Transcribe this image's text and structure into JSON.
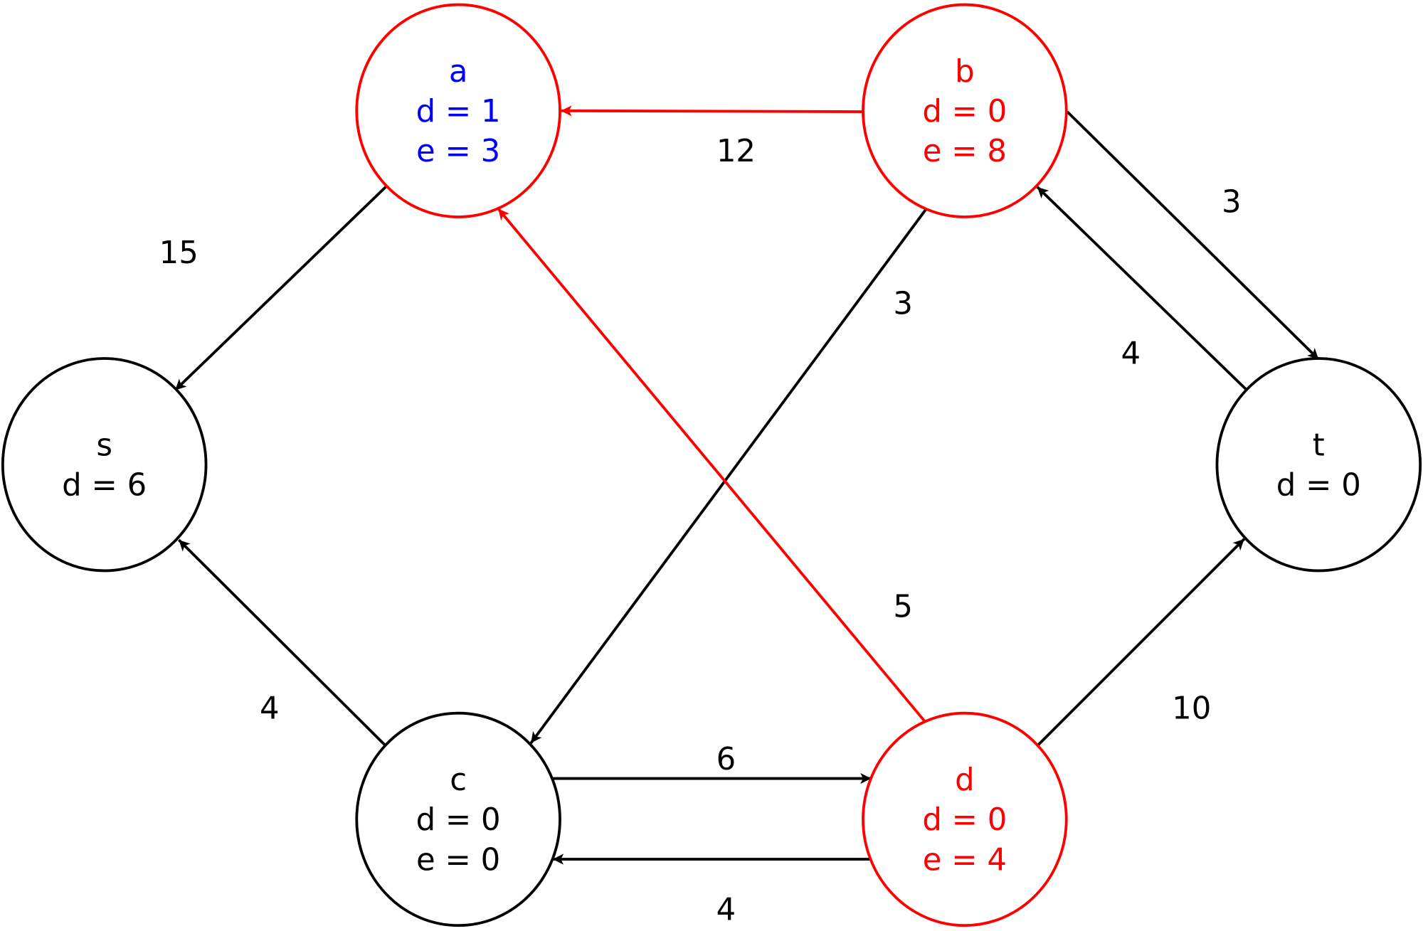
{
  "colors": {
    "black": "#000000",
    "red": "#ff0000",
    "blue": "#0000ff"
  },
  "nodes": [
    {
      "id": "a",
      "lines": [
        "a",
        "d = 1",
        "e = 3"
      ],
      "stroke": "#ff0000",
      "text_color": "#0000ff"
    },
    {
      "id": "b",
      "lines": [
        "b",
        "d = 0",
        "e = 8"
      ],
      "stroke": "#ff0000",
      "text_color": "#ff0000"
    },
    {
      "id": "s",
      "lines": [
        "s",
        "d = 6"
      ],
      "stroke": "#000000",
      "text_color": "#000000"
    },
    {
      "id": "t",
      "lines": [
        "t",
        "d = 0"
      ],
      "stroke": "#000000",
      "text_color": "#000000"
    },
    {
      "id": "c",
      "lines": [
        "c",
        "d = 0",
        "e = 0"
      ],
      "stroke": "#000000",
      "text_color": "#000000"
    },
    {
      "id": "d",
      "lines": [
        "d",
        "d = 0",
        "e = 4"
      ],
      "stroke": "#ff0000",
      "text_color": "#ff0000"
    }
  ],
  "edges": [
    {
      "from": "b",
      "to": "a",
      "weight": "12",
      "color": "#ff0000"
    },
    {
      "from": "a",
      "to": "s",
      "weight": "15",
      "color": "#000000"
    },
    {
      "from": "b",
      "to": "t",
      "weight": "3",
      "color": "#000000"
    },
    {
      "from": "t",
      "to": "b",
      "weight": "4",
      "color": "#000000"
    },
    {
      "from": "b",
      "to": "c",
      "weight": "3",
      "color": "#000000"
    },
    {
      "from": "d",
      "to": "a",
      "weight": "5",
      "color": "#ff0000"
    },
    {
      "from": "c",
      "to": "s",
      "weight": "4",
      "color": "#000000"
    },
    {
      "from": "c",
      "to": "d",
      "weight": "6",
      "color": "#000000"
    },
    {
      "from": "d",
      "to": "c",
      "weight": "4",
      "color": "#000000"
    },
    {
      "from": "d",
      "to": "t",
      "weight": "10",
      "color": "#000000"
    }
  ]
}
